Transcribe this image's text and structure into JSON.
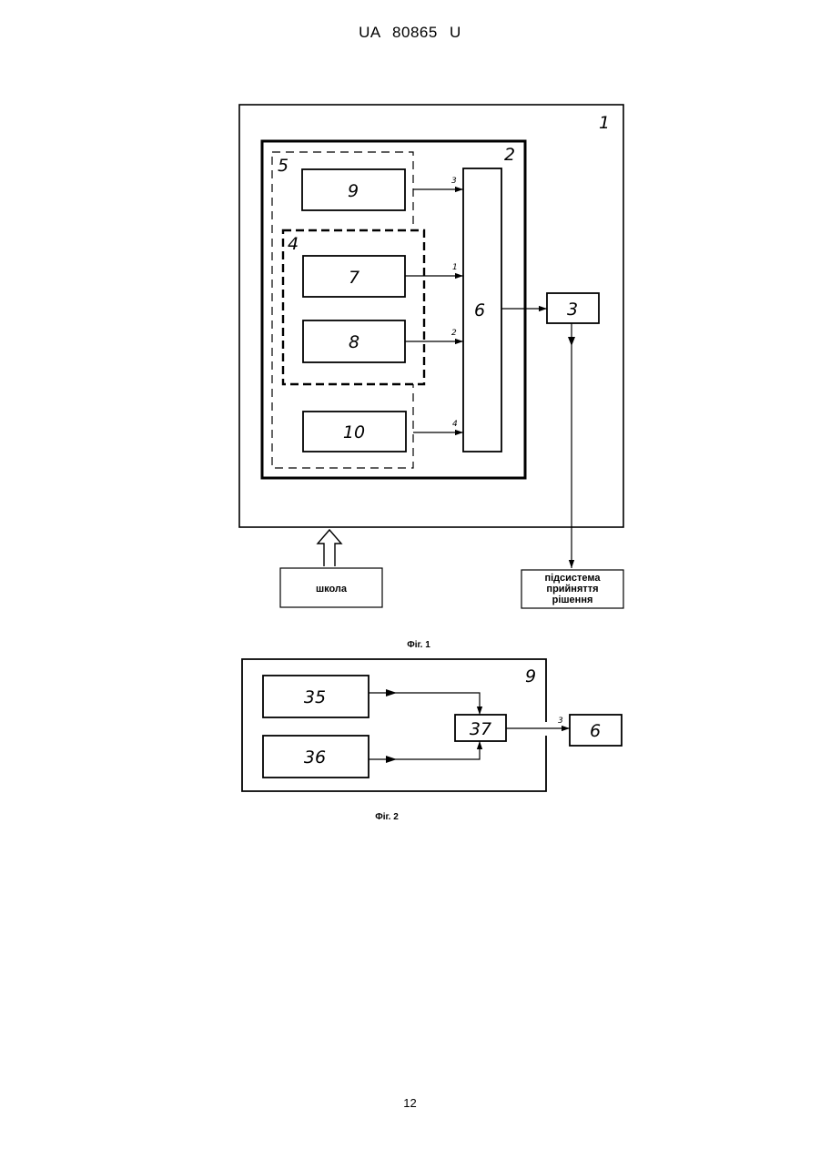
{
  "header": {
    "text": "UA   80865   U"
  },
  "page_number": "12",
  "fig1": {
    "caption": "Фіг. 1",
    "labels": {
      "b1": "1",
      "b2": "2",
      "b3": "3",
      "b4": "4",
      "b5": "5",
      "b6": "6",
      "b7": "7",
      "b8": "8",
      "b9": "9",
      "b10": "10",
      "in1": "1",
      "in2": "2",
      "in3": "3",
      "in4": "4"
    },
    "school_box": "школа",
    "decision_box": [
      "підсистема",
      "прийняття",
      "рішення"
    ]
  },
  "fig2": {
    "caption": "Фіг. 2",
    "labels": {
      "b9": "9",
      "b35": "35",
      "b36": "36",
      "b37": "37",
      "b6": "6",
      "out3": "3"
    }
  }
}
